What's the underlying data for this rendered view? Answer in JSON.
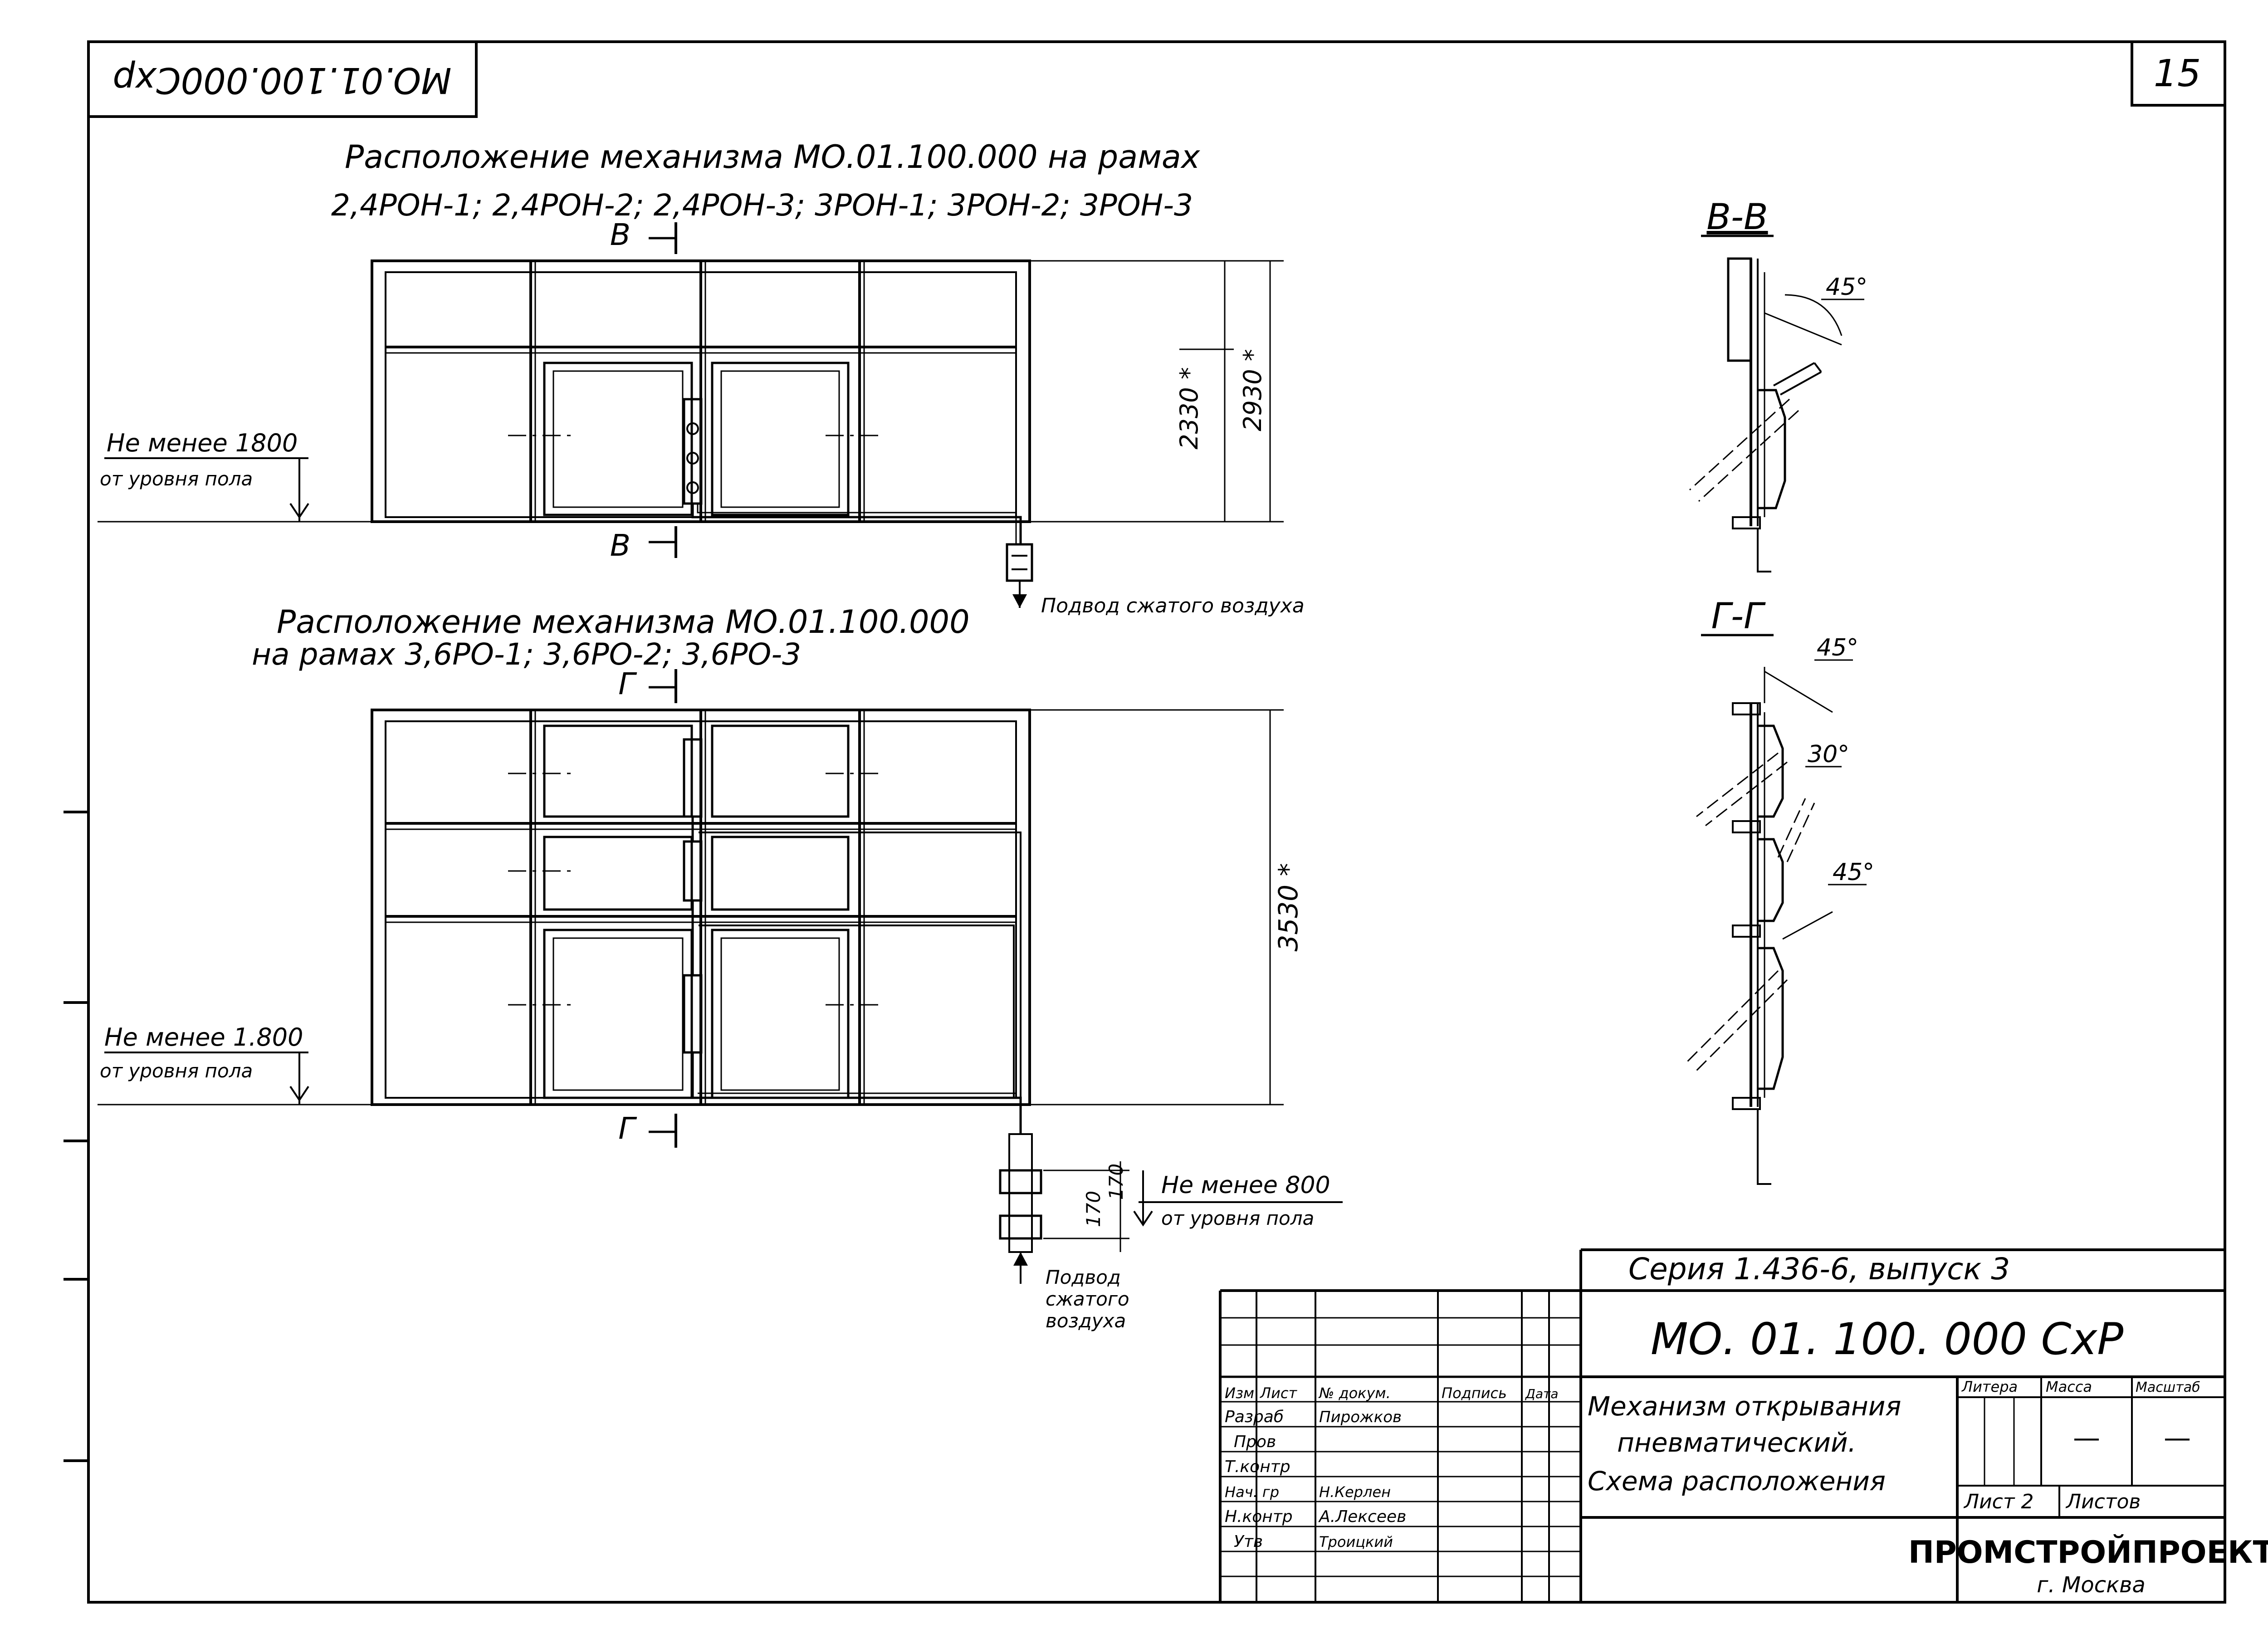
{
  "sheet": {
    "top_code": "MO.01.100.000Cхр",
    "page_number": "15"
  },
  "top_drawing": {
    "title_line1": "Расположение механизма МО.01.100.000 на рамах",
    "title_line2": "2,4РОН-1; 2,4РОН-2; 2,4РОН-3; 3РОН-1; 3РОН-2; 3РОН-3",
    "section_mark_top": "В",
    "section_mark_bottom": "В",
    "height_label": "Не менее 1800",
    "height_sublabel": "от уровня пола",
    "dim_inner": "2330 *",
    "dim_outer": "2930 *",
    "air_supply": "Подвод сжатого воздуха"
  },
  "bottom_drawing": {
    "title_line1": "Расположение механизма МО.01.100.000",
    "title_line2": "на рамах 3,6РО-1; 3,6РО-2; 3,6РО-3",
    "section_mark_top": "Г",
    "section_mark_bottom": "Г",
    "height_label": "Не менее 1.800",
    "height_sublabel": "от уровня пола",
    "dim_height": "3530 *",
    "dim_small_1": "170",
    "dim_small_2": "170",
    "air_label": "Не менее 800",
    "air_sublabel": "от уровня пола",
    "air_supply_1": "Подвод",
    "air_supply_2": "сжатого",
    "air_supply_3": "воздуха"
  },
  "section_bb": {
    "title": "В-В",
    "angle": "45°"
  },
  "section_gg": {
    "title": "Г-Г",
    "angle_1": "45°",
    "angle_2": "30°",
    "angle_3": "45°"
  },
  "title_block": {
    "series": "Серия 1.436-6, выпуск 3",
    "doc_code": "МО. 01. 100. 000 СхР",
    "name_line1": "Механизм открывания",
    "name_line2": "пневматический.",
    "name_line3": "Схема расположения",
    "col_izm": "Изм",
    "col_list": "Лист",
    "col_doc": "№ докум.",
    "col_sign": "Подпись",
    "col_date": "Дата",
    "row_razrab": "Разраб",
    "row_razrab_name": "Пирожков",
    "row_prov": "Пров",
    "row_tkontr": "Т.контр",
    "row_nach": "Нач. гр",
    "row_nach_name": "Н.Керлен",
    "row_nkontr": "Н.контр",
    "row_nkontr_name": "А.Лексеев",
    "row_utv": "Утв",
    "row_utv_name": "Троицкий",
    "litera": "Литера",
    "massa": "Масса",
    "masshtab": "Масштаб",
    "massa_val": "—",
    "masshtab_val": "—",
    "list_label": "Лист 2",
    "listov_label": "Листов",
    "org": "ПРОМСТРОЙПРОЕКТ",
    "city": "г. Москва"
  }
}
